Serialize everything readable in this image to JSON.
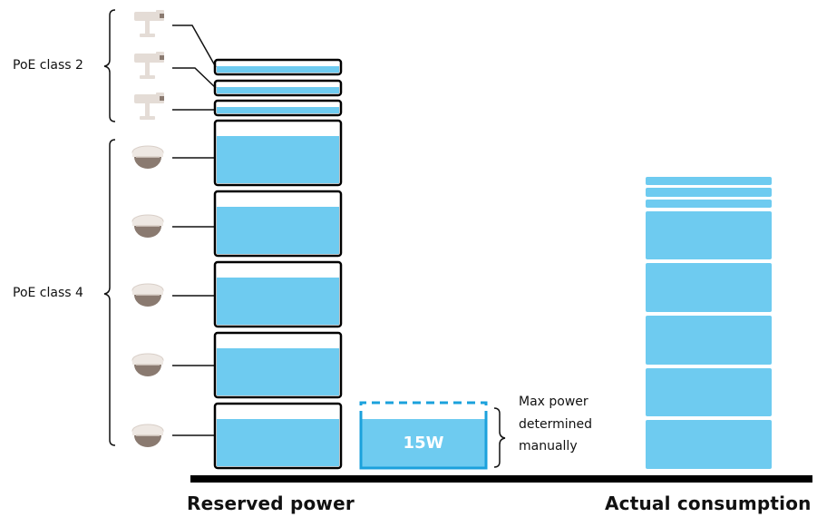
{
  "groups": {
    "class2_label": "PoE class 2",
    "class4_label": "PoE class 4"
  },
  "note": {
    "lines": [
      "Max power",
      "determined",
      "manually"
    ]
  },
  "manual_block_label": "15W",
  "axis_labels": {
    "reserved": "Reserved power",
    "actual": "Actual consumption"
  },
  "devices": [
    {
      "type": "bullet-camera",
      "poe_class": 2,
      "fill_fraction": 0.6
    },
    {
      "type": "bullet-camera",
      "poe_class": 2,
      "fill_fraction": 0.6
    },
    {
      "type": "bullet-camera",
      "poe_class": 2,
      "fill_fraction": 0.6
    },
    {
      "type": "dome-camera",
      "poe_class": 4,
      "fill_fraction": 0.77
    },
    {
      "type": "dome-camera",
      "poe_class": 4,
      "fill_fraction": 0.77
    },
    {
      "type": "dome-camera",
      "poe_class": 4,
      "fill_fraction": 0.77
    },
    {
      "type": "dome-camera",
      "poe_class": 4,
      "fill_fraction": 0.77
    },
    {
      "type": "dome-camera",
      "poe_class": 4,
      "fill_fraction": 0.77
    }
  ],
  "colors": {
    "fill": "#6ecbf0",
    "outline": "#000000",
    "manual_outline": "#1ba1dc",
    "icon_bullet": "#e4dcd6",
    "icon_dome_shell": "#eee8e3",
    "icon_dome_lens": "#8a7a70",
    "baseline": "#000000"
  }
}
